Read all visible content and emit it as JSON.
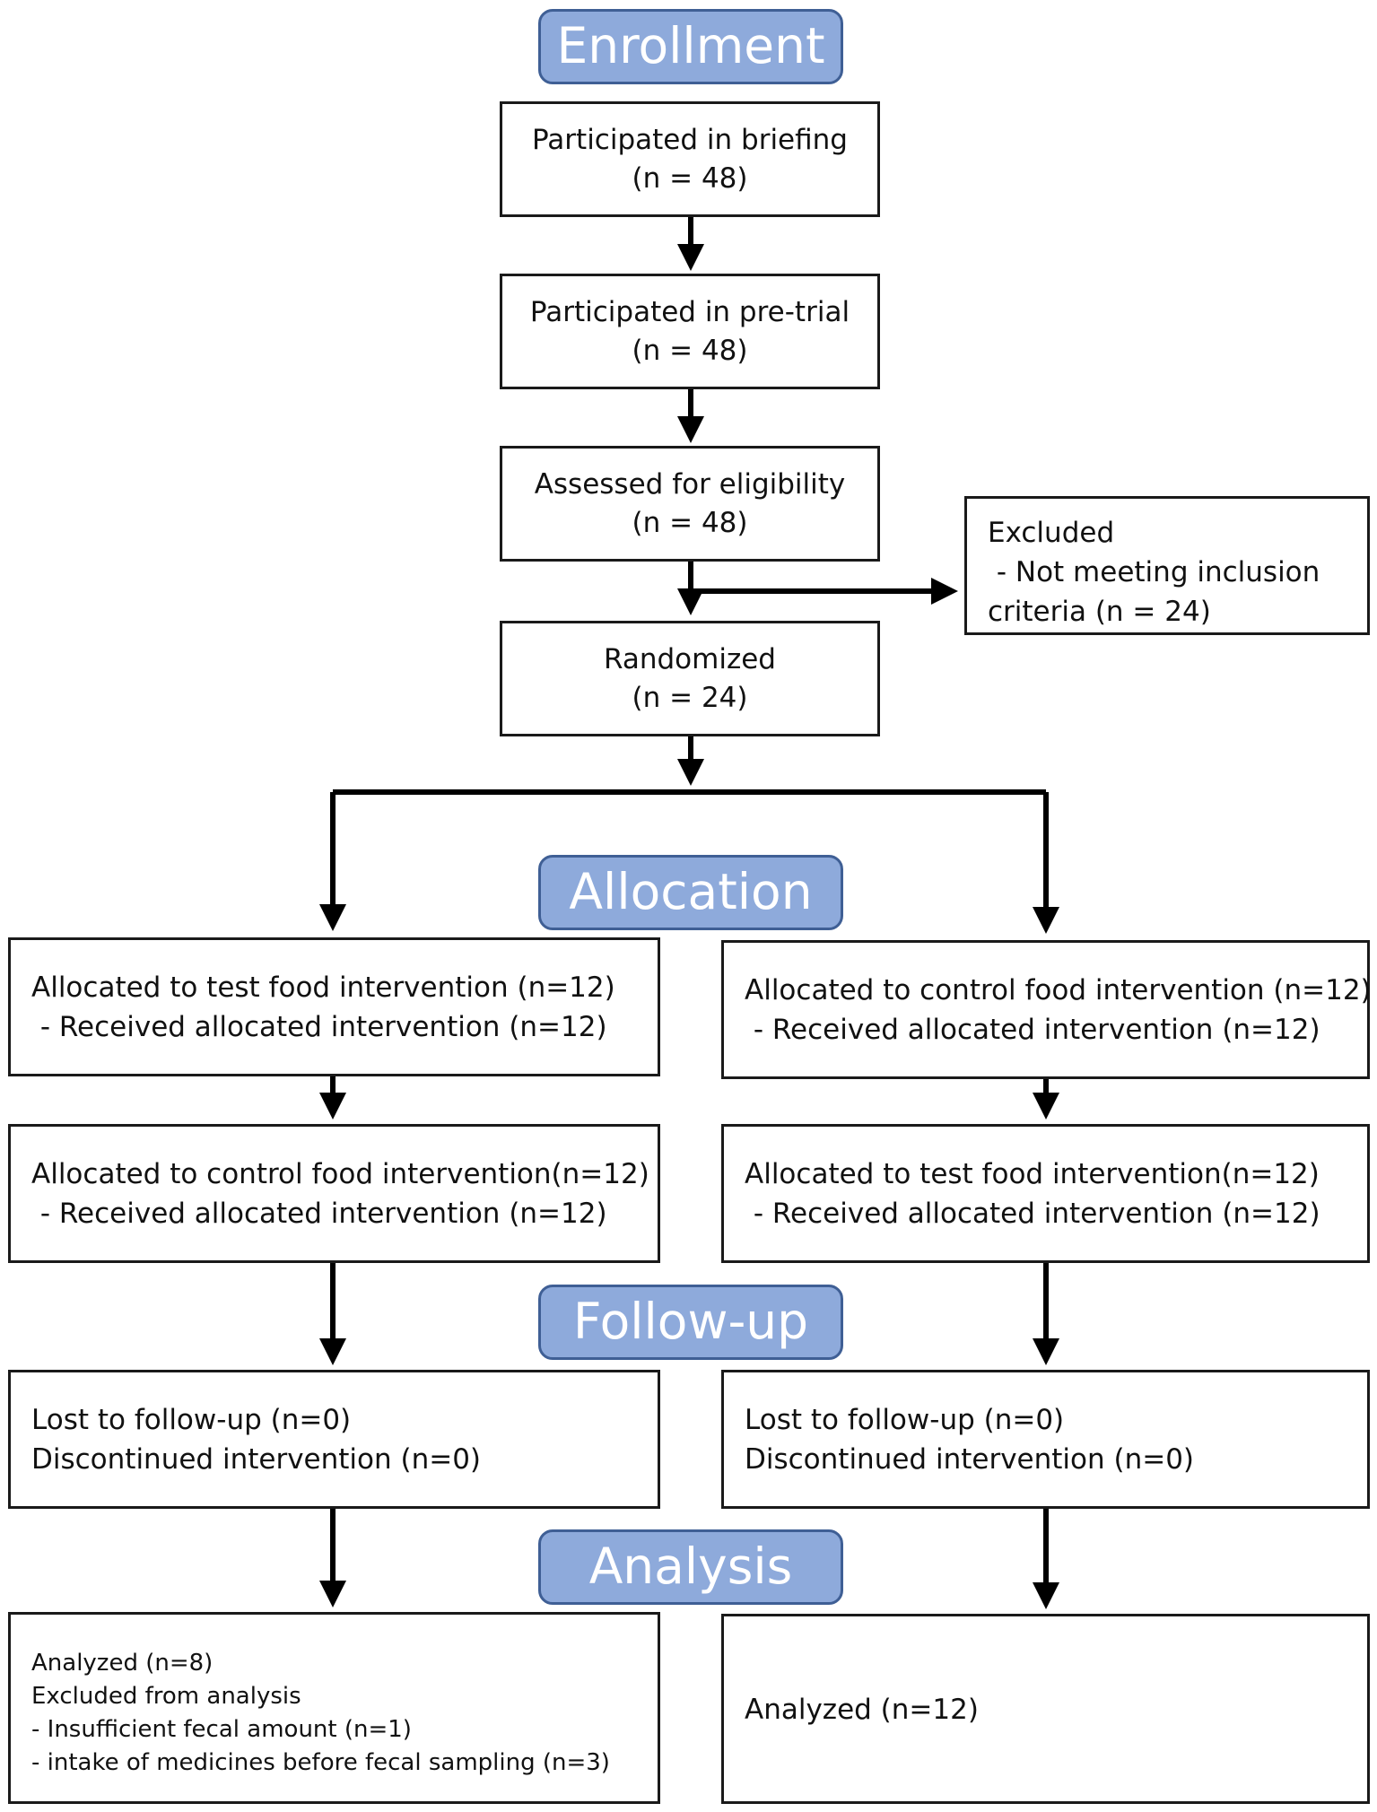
{
  "stages": {
    "enrollment": "Enrollment",
    "allocation": "Allocation",
    "follow_up": "Follow-up",
    "analysis": "Analysis"
  },
  "enrollment": {
    "briefing": [
      "Participated in briefing",
      "(n = 48)"
    ],
    "pretrial": [
      "Participated in pre-trial",
      "(n = 48)"
    ],
    "eligibility": [
      "Assessed for eligibility",
      "(n = 48)"
    ],
    "excluded": [
      "Excluded",
      " - Not meeting inclusion",
      "criteria (n = 24)"
    ],
    "randomized": [
      "Randomized",
      "(n = 24)"
    ]
  },
  "left_arm": {
    "allocation_1": [
      "Allocated to test food intervention (n=12)",
      " - Received allocated intervention (n=12)"
    ],
    "allocation_2": [
      "Allocated to control food intervention(n=12)",
      " - Received allocated intervention (n=12)"
    ],
    "follow_up": [
      "Lost to follow-up (n=0)",
      "Discontinued intervention (n=0)"
    ],
    "analysis": [
      "Analyzed (n=8)",
      "Excluded from analysis",
      "- Insufficient fecal amount (n=1)",
      "- intake of medicines before fecal sampling (n=3)"
    ]
  },
  "right_arm": {
    "allocation_1": [
      "Allocated to control food intervention (n=12)",
      " - Received allocated intervention (n=12)"
    ],
    "allocation_2": [
      "Allocated to test food intervention(n=12)",
      " - Received allocated intervention (n=12)"
    ],
    "follow_up": [
      "Lost to follow-up (n=0)",
      "Discontinued intervention (n=0)"
    ],
    "analysis": [
      "Analyzed (n=12)"
    ]
  }
}
